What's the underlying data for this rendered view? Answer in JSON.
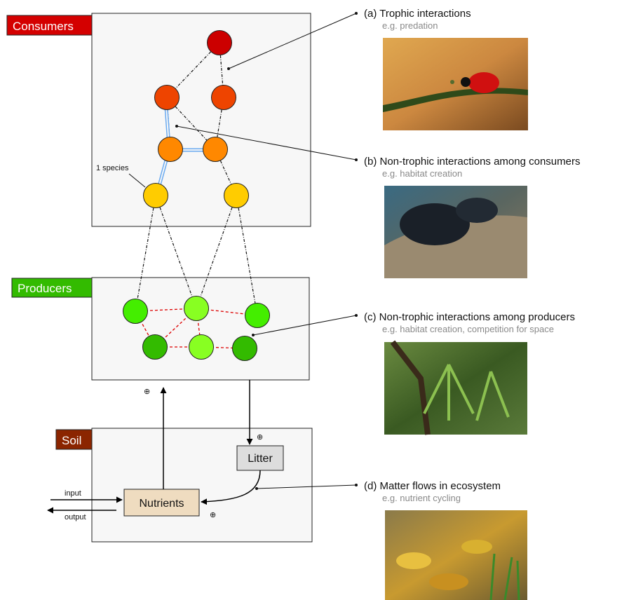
{
  "compartments": {
    "consumers": {
      "label": "Consumers",
      "color": "#d40000"
    },
    "producers": {
      "label": "Producers",
      "color": "#33bb00"
    },
    "soil": {
      "label": "Soil",
      "color": "#8b2500"
    }
  },
  "annotations": {
    "species_label": "1 species",
    "nutrients": "Nutrients",
    "litter": "Litter",
    "input": "input",
    "output": "output",
    "plus_symbol": "⊕"
  },
  "panels": [
    {
      "key": "a",
      "title": "(a) Trophic interactions",
      "subtitle": "e.g. predation",
      "photo": "ladybird-on-stem"
    },
    {
      "key": "b",
      "title": "(b) Non-trophic interactions among consumers",
      "subtitle": "e.g. habitat creation",
      "photo": "mussel-bed-on-rock"
    },
    {
      "key": "c",
      "title": "(c) Non-trophic interactions among producers",
      "subtitle": "e.g. habitat creation, competition for space",
      "photo": "epiphytes-on-branch"
    },
    {
      "key": "d",
      "title": "(d) Matter flows in ecosystem",
      "subtitle": "e.g. nutrient cycling",
      "photo": "leaf-litter"
    }
  ],
  "colors": {
    "top_consumer": "#cc0000",
    "consumer_l2": "#ee4400",
    "consumer_l3": "#ff8800",
    "consumer_l4": "#ffcc00",
    "producer_bright": "#44ee00",
    "producer_light": "#88ff22",
    "producer_dark": "#33bb00",
    "trophic_link": "#111111",
    "nontrophic_consumer_link": "#6aaaf0",
    "nontrophic_producer_link": "#dd0000",
    "nutrients_fill": "#efdcc0",
    "litter_fill": "#dddddd"
  }
}
